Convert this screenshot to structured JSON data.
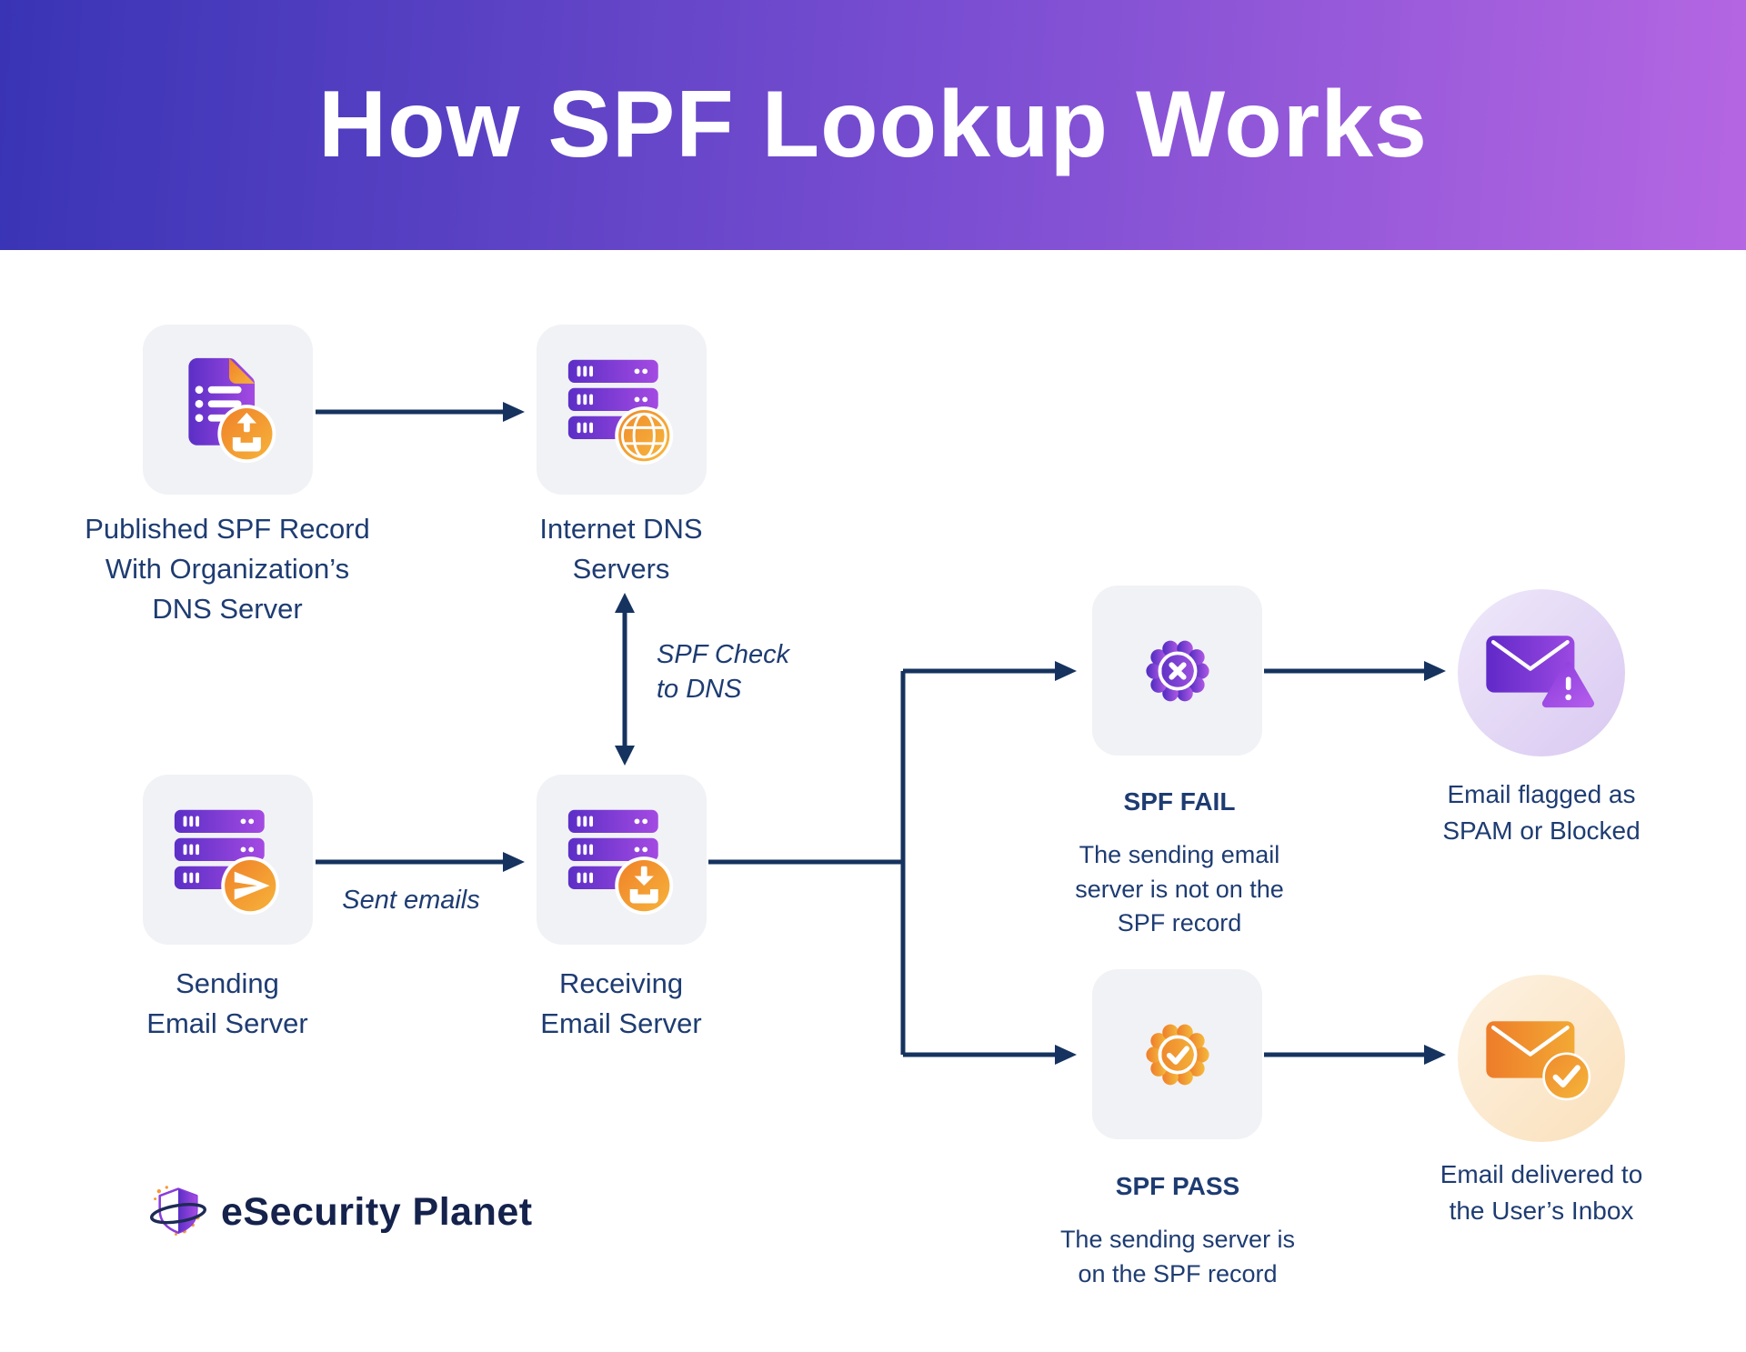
{
  "header": {
    "title": "How SPF Lookup Works",
    "gradient_left": "#3934b5",
    "gradient_mid": "#7b4ed2",
    "gradient_right": "#b566e2"
  },
  "nodes": {
    "published_record": {
      "caption": "Published SPF Record\nWith Organization’s\nDNS Server",
      "icon": "document-upload-icon"
    },
    "dns_servers": {
      "caption": "Internet DNS\nServers",
      "icon": "server-globe-icon"
    },
    "sending_server": {
      "caption": "Sending\nEmail Server",
      "icon": "server-send-icon"
    },
    "receiving_server": {
      "caption": "Receiving\nEmail Server",
      "icon": "server-download-icon"
    }
  },
  "flow_labels": {
    "spf_check": "SPF Check\nto DNS",
    "sent_emails": "Sent emails"
  },
  "results": {
    "fail": {
      "title": "SPF FAIL",
      "desc": "The sending email\nserver is not on the\nSPF record",
      "icon": "badge-x-icon"
    },
    "pass": {
      "title": "SPF PASS",
      "desc": "The sending server is\non the SPF record",
      "icon": "badge-check-icon"
    }
  },
  "outcomes": {
    "spam": {
      "caption": "Email flagged as\nSPAM or Blocked",
      "icon": "envelope-warning-icon"
    },
    "inbox": {
      "caption": "Email delivered to\nthe User’s Inbox",
      "icon": "envelope-check-icon"
    }
  },
  "logo": {
    "text": "eSecurity Planet"
  },
  "colors": {
    "text_navy": "#1e3c72",
    "connector_navy": "#16335f",
    "card_bg": "#f1f2f6",
    "purple_from": "#5b2fc6",
    "purple_to": "#a44ae2",
    "orange_from": "#f08128",
    "orange_to": "#f6b33b",
    "seal_fail_from": "#4d2cc0",
    "seal_fail_to": "#b159e5",
    "spam_circle_bg": "#e4d8f6",
    "inbox_circle_bg": "#fbe4c4"
  }
}
